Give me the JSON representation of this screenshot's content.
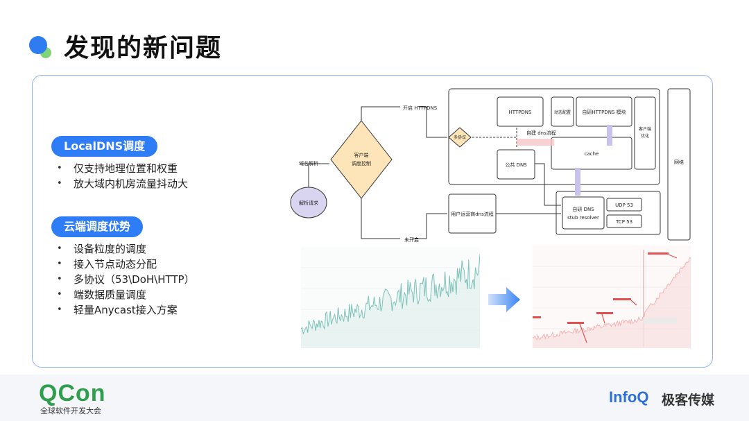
{
  "title": "发现的新问题",
  "section1": {
    "heading": "LocalDNS调度",
    "items": [
      "仅支持地理位置和权重",
      "放大域内机房流量抖动大"
    ]
  },
  "section2": {
    "heading": "云端调度优势",
    "items": [
      "设备粒度的调度",
      "接入节点动态分配",
      "多协议（53\\DoH\\HTTP）",
      "端数据质量调度",
      "轻量Anycast接入方案"
    ]
  },
  "diagram": {
    "resolve_request": "解析请求",
    "domain_resolve": "域名解析",
    "client_control_1": "客户端",
    "client_control_2": "调度控制",
    "enable_httpdns": "开启 HTTPDNS",
    "not_enabled": "未开启",
    "multi_protocol": "多协议",
    "httpdns": "HTTPDNS",
    "dynamic_config": "动态配置",
    "self_httpdns_module": "自研HTTPDNS 模块",
    "client_opt_1": "客户端",
    "client_opt_2": "优化",
    "self_dns_flow": "自建 dns流程",
    "public_dns": "公共 DNS",
    "cache": "cache",
    "network": "网络",
    "carrier_dns_flow": "用户运营商dns流程",
    "stub_1": "自研 DNS",
    "stub_2": "stub resolver",
    "udp": "UDP 53",
    "tcp": "TCP 53"
  },
  "footer": {
    "qcon": "QCon",
    "qcon_sub": "全球软件开发大会",
    "infoq": "InfoQ",
    "infoq_sub": "极客传媒"
  },
  "colors": {
    "accent": "#2e7cf6",
    "diamond_fill": "#fde5b9",
    "request_fill": "#d9d4f0",
    "chart_line": "#7bc1b8",
    "chart_right_line": "#f2b3b3"
  }
}
